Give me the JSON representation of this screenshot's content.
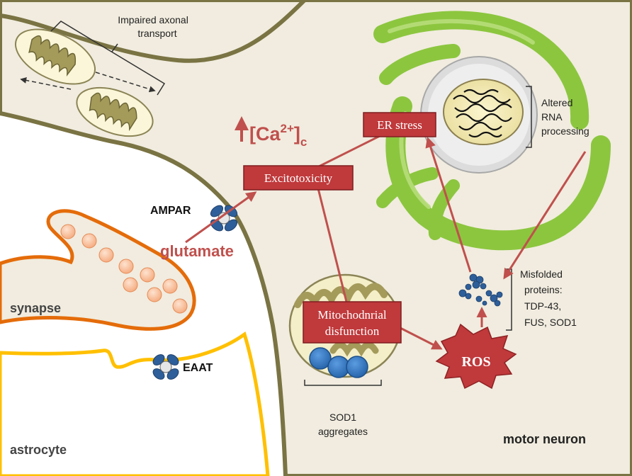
{
  "labels": {
    "impaired_axonal_transport_line1": "Impaired axonal",
    "impaired_axonal_transport_line2": "transport",
    "calcium_prefix": "[Ca",
    "calcium_superscript": "2+",
    "calcium_suffix": "]",
    "calcium_subscript": "c",
    "er_stress": "ER stress",
    "excitotoxicity": "Excitotoxicity",
    "ampar": "AMPAR",
    "glutamate": "glutamate",
    "altered_rna_line1": "Altered",
    "altered_rna_line2": "RNA",
    "altered_rna_line3": "processing",
    "misfolded_line1": "Misfolded",
    "misfolded_line2": "proteins:",
    "misfolded_line3": "TDP-43,",
    "misfolded_line4": "FUS, SOD1",
    "mito_dysfunction_line1": "Mitochodnrial",
    "mito_dysfunction_line2": "disfunction",
    "ros": "ROS",
    "synapse": "synapse",
    "eaat": "EAAT",
    "astrocyte": "astrocyte",
    "sod1_aggregates_line1": "SOD1",
    "sod1_aggregates_line2": "aggregates",
    "motor_neuron": "motor neuron"
  },
  "colors": {
    "neuron_fill": "#f1ecdf",
    "neuron_outline": "#7a7343",
    "box_fill": "#c0393b",
    "arrow": "#c0504d",
    "er_green": "#8cc63f",
    "synapse_outline": "#e46c0a",
    "astrocyte_outline": "#ffc000",
    "vesicle": "#fbc9a6",
    "sod1_blue": "#3a7cc4",
    "receptor_blue": "#2e5f9a"
  }
}
